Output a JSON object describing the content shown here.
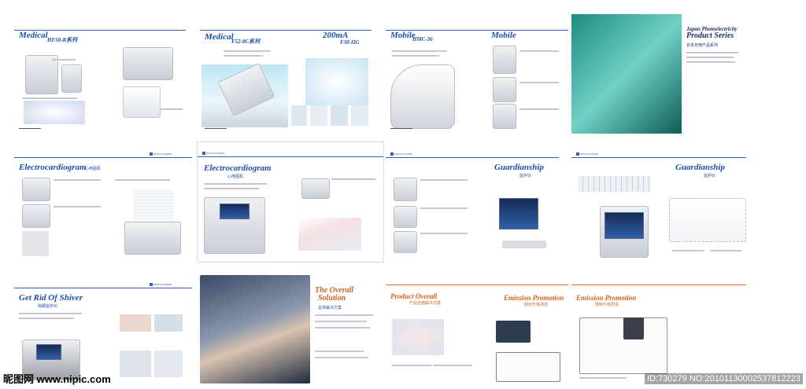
{
  "row1": {
    "p1": {
      "title": "Medical",
      "model": "HF50-R系列"
    },
    "p2": {
      "title": "Medical",
      "model": "F52-8C系列",
      "extra_title": "200mA",
      "extra_model": "F30-IIG"
    },
    "p3": {
      "title": "Mobile",
      "model": "HMC-36"
    },
    "p4": {
      "title": "Mobile"
    },
    "p5": {
      "title_line1": "Japan Photoelectricity",
      "title_line2": "Product Series",
      "cn": "日本光电产品系列"
    }
  },
  "row2": {
    "p1": {
      "title": "Electrocardiogram",
      "cn": "心电图机",
      "brand": "NIHON KOHDEN"
    },
    "p2": {
      "title": "Electrocardiogram",
      "cn": "心电图机",
      "brand": "NIHON KOHDEN"
    },
    "p3": {
      "title": "Guardianship",
      "cn": "监护仪",
      "brand": "NIHON KOHDEN"
    },
    "p4": {
      "title": "Guardianship",
      "cn": "监护仪",
      "brand": "NIHON KOHDEN"
    }
  },
  "row3": {
    "p1": {
      "title": "Get Rid Of Shiver",
      "cn": "除颤监护仪",
      "brand": "NIHON KOHDEN"
    },
    "p2": {
      "title_line1": "The Overall",
      "title_line2": "Solution",
      "cn": "总体解决方案"
    },
    "p3": {
      "title": "Product Overall",
      "cn": "产品全面解决方案"
    },
    "p4": {
      "title": "Emission Promotion",
      "cn": "放射升级改造"
    },
    "p5": {
      "title": "Emission Promotion",
      "cn": "放射升级改造"
    }
  },
  "watermark": "昵图网 www.nipic.com",
  "image_id": "ID:730279 NO:20101130002537812223",
  "colors": {
    "blue": "#1b4fa6",
    "orange": "#d4621d",
    "teal": "#1e8c82"
  }
}
